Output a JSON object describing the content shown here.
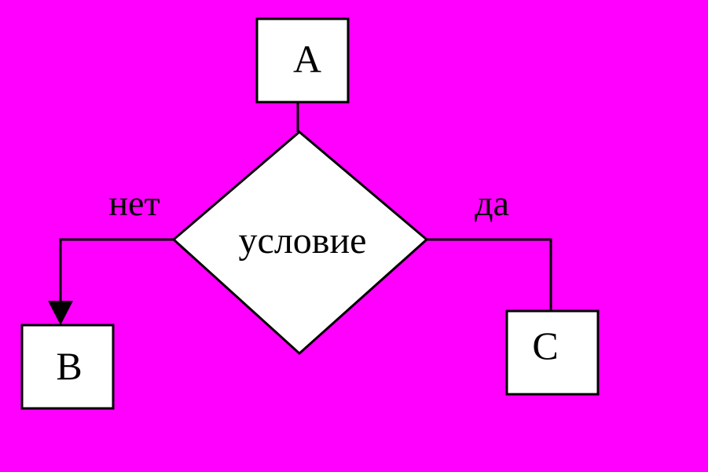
{
  "colors": {
    "background": "#ff00ff",
    "box_fill": "#ffffff",
    "stroke": "#000000",
    "text": "#000000"
  },
  "diagram": {
    "block_a": {
      "label": "A"
    },
    "decision": {
      "label": "условие"
    },
    "block_b": {
      "label": "B"
    },
    "block_c": {
      "label": "C"
    },
    "branch_no": {
      "label": "нет"
    },
    "branch_yes": {
      "label": "да"
    }
  }
}
